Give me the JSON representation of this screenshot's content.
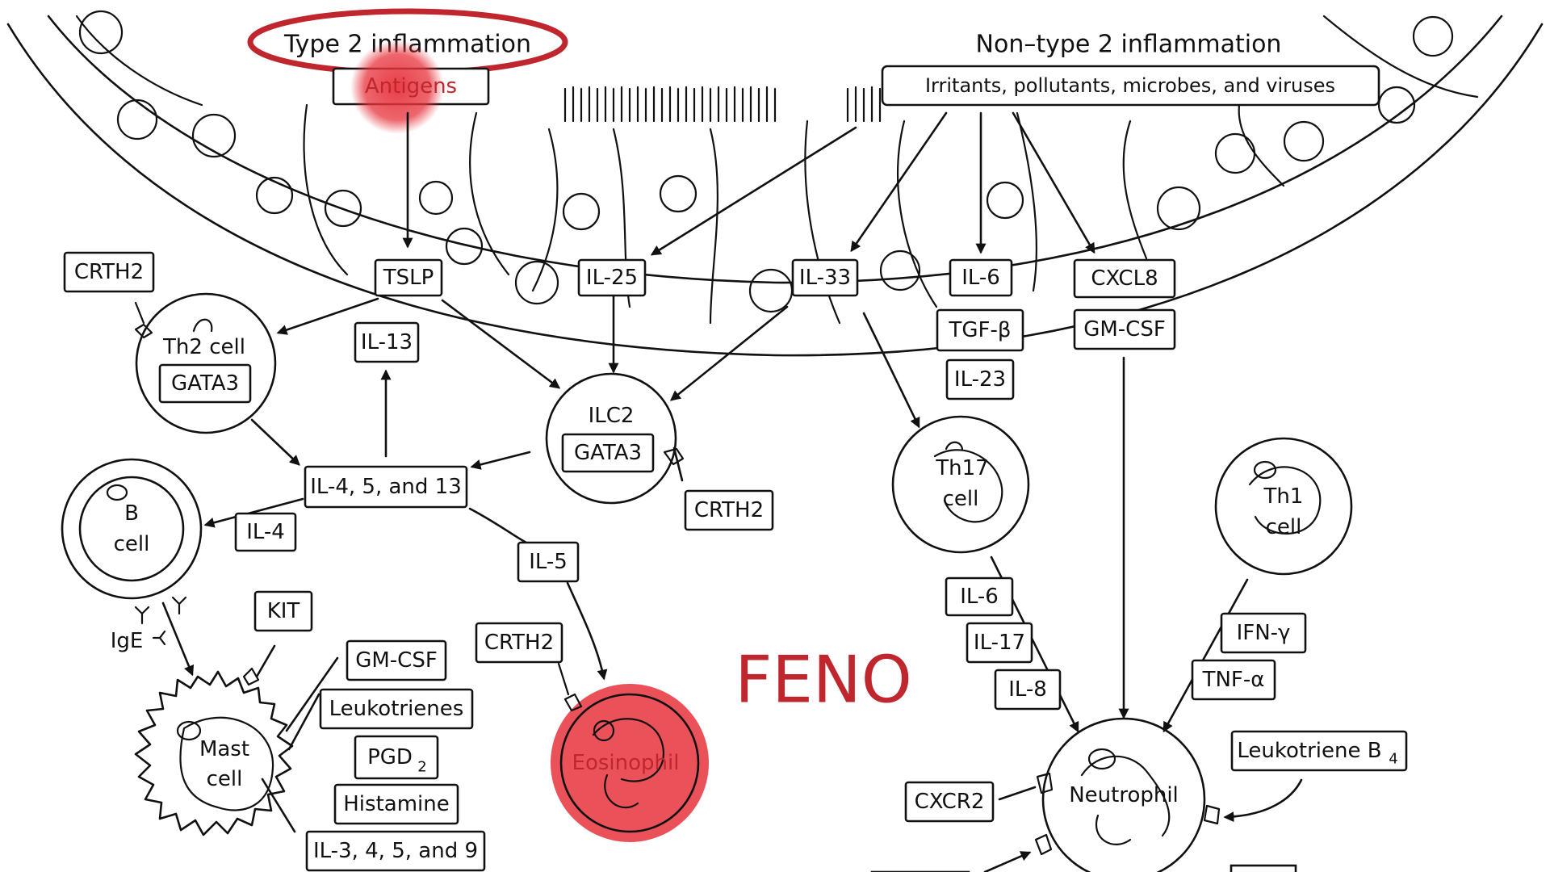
{
  "headers": {
    "type2": "Type 2 inflammation",
    "nontype2": "Non–type 2 inflammation"
  },
  "labels": {
    "antigens": "Antigens",
    "irritants": "Irritants, pollutants, microbes, and viruses",
    "tslp": "TSLP",
    "il25": "IL-25",
    "il33": "IL-33",
    "il6": "IL-6",
    "cxcl8": "CXCL8",
    "tgfb": "TGF-β",
    "gmcsf_top": "GM-CSF",
    "il23": "IL-23",
    "il13": "IL-13",
    "crth2_th2": "CRTH2",
    "crth2_ilc2": "CRTH2",
    "crth2_eos": "CRTH2",
    "il4513": "IL-4, 5, and 13",
    "il4": "IL-4",
    "il5": "IL-5",
    "kit": "KIT",
    "ige": "IgE",
    "gmcsf_mast": "GM-CSF",
    "leukotrienes": "Leukotrienes",
    "pgd2": "PGD",
    "pgd2_sub": "2",
    "histamine": "Histamine",
    "il3459": "IL-3, 4, 5, and 9",
    "il6_th17": "IL-6",
    "il17": "IL-17",
    "il8": "IL-8",
    "ifng": "IFN-γ",
    "tnfa": "TNF-α",
    "ltb4": "Leukotriene B",
    "ltb4_sub": "4",
    "cxcr2": "CXCR2",
    "feno": "FENO"
  },
  "cells": {
    "th2_line1": "Th2 cell",
    "th2_tf": "GATA3",
    "ilc2": "ILC2",
    "ilc2_tf": "GATA3",
    "bcell_1": "B",
    "bcell_2": "cell",
    "mast_1": "Mast",
    "mast_2": "cell",
    "eos": "Eosinophil",
    "th17_1": "Th17",
    "th17_2": "cell",
    "th1_1": "Th1",
    "th1_2": "cell",
    "neutrophil": "Neutrophil"
  },
  "colors": {
    "ink": "#111111",
    "highlight": "#c0262d",
    "highlight_fill": "#e8333c"
  }
}
